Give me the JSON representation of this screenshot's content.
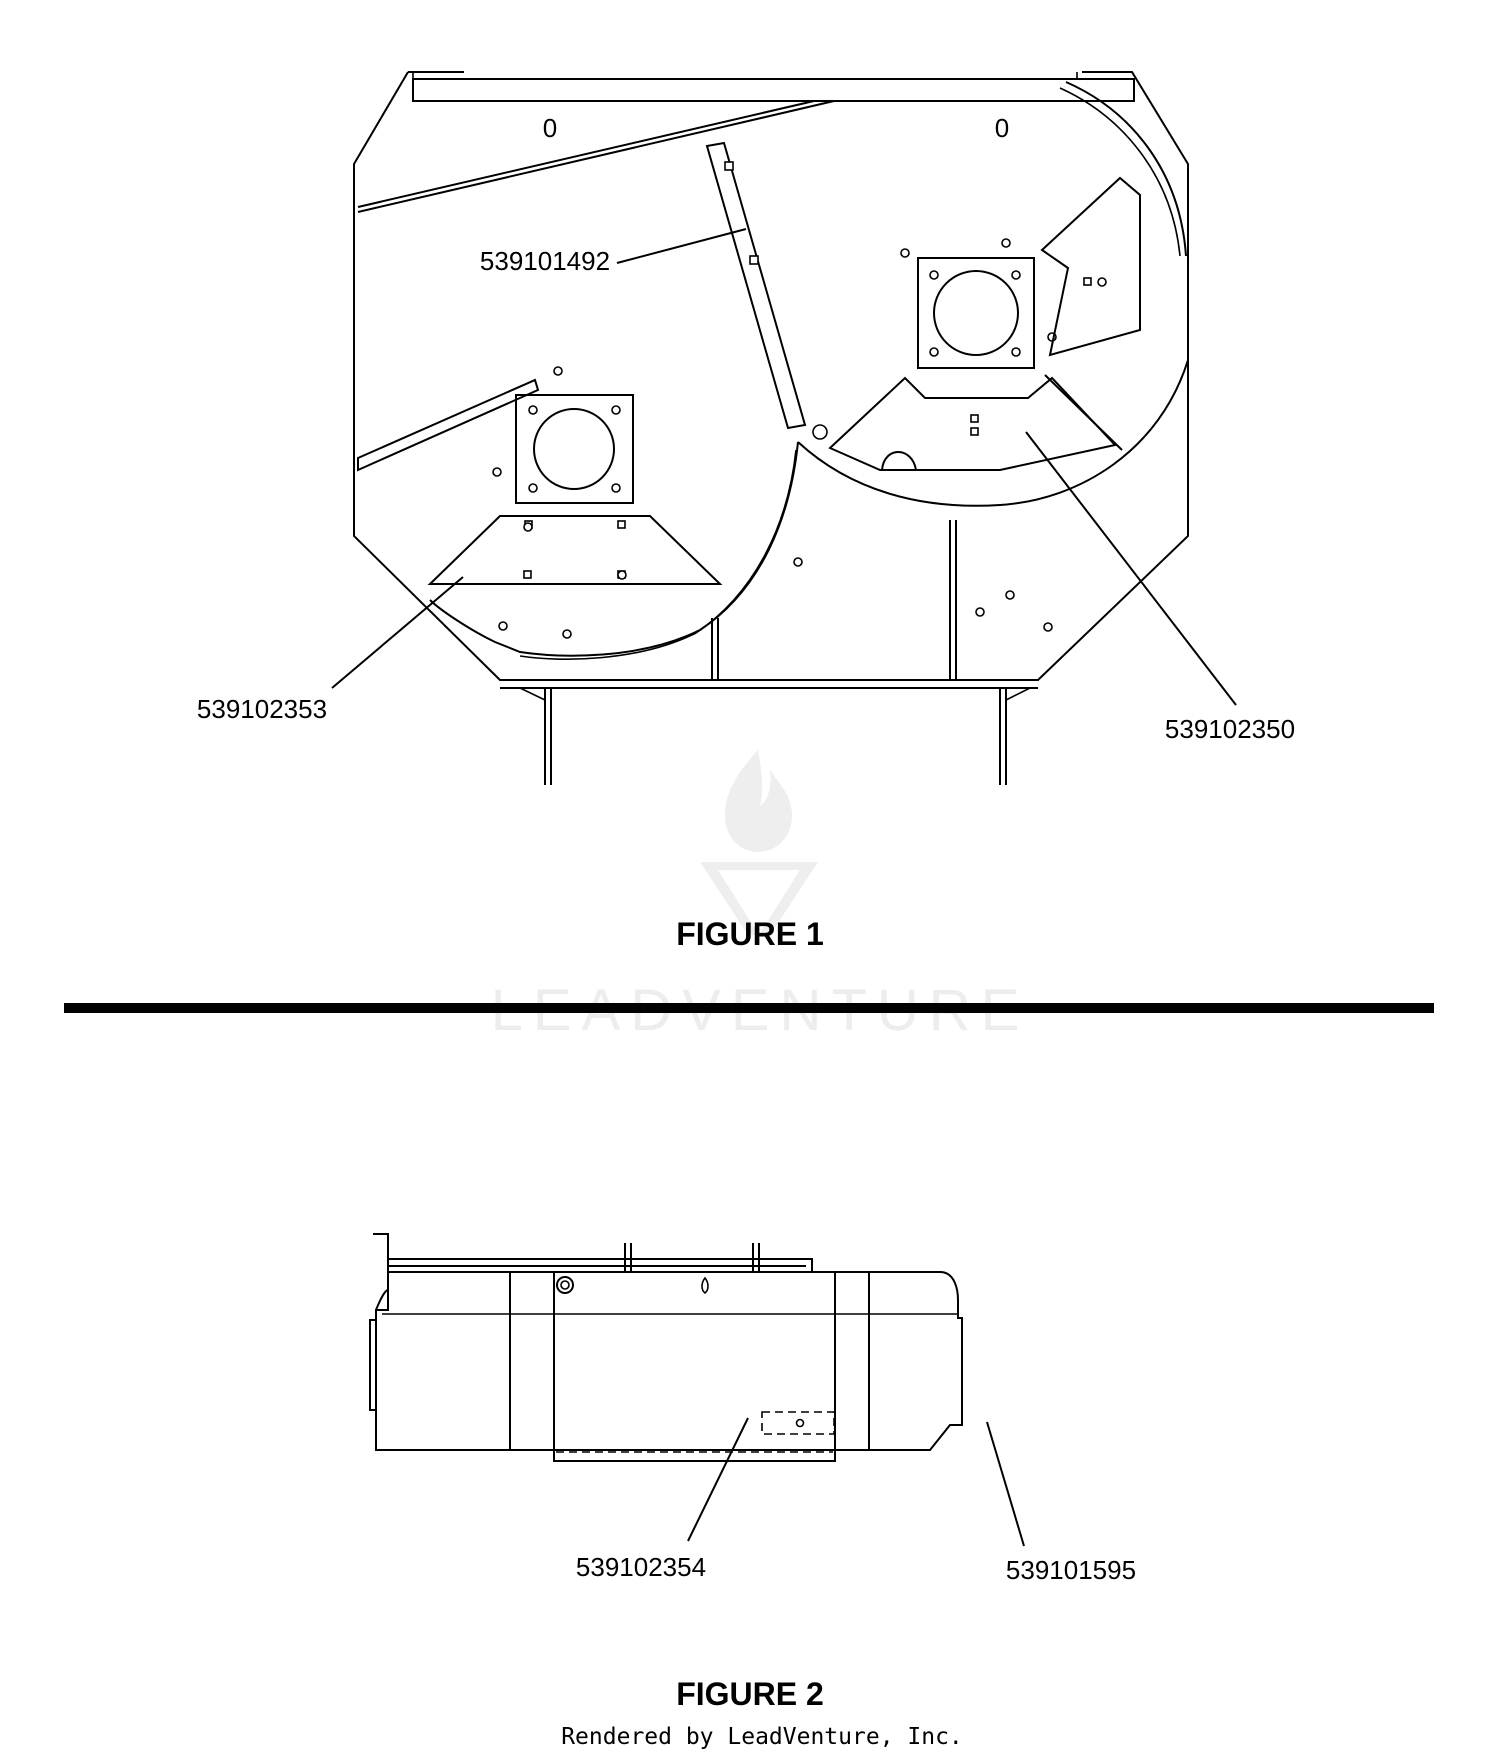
{
  "figure1": {
    "title": "FIGURE 1",
    "labels": [
      {
        "part": "539101492"
      },
      {
        "part": "539102353"
      },
      {
        "part": "539102350"
      }
    ],
    "markings": [
      "0",
      "0"
    ]
  },
  "figure2": {
    "title": "FIGURE 2",
    "labels": [
      {
        "part": "539102354"
      },
      {
        "part": "539101595"
      }
    ]
  },
  "watermark": {
    "text": "LEADVENTURE",
    "icon": "flame-v-logo-icon"
  },
  "footer": {
    "credit": "Rendered by LeadVenture, Inc."
  }
}
